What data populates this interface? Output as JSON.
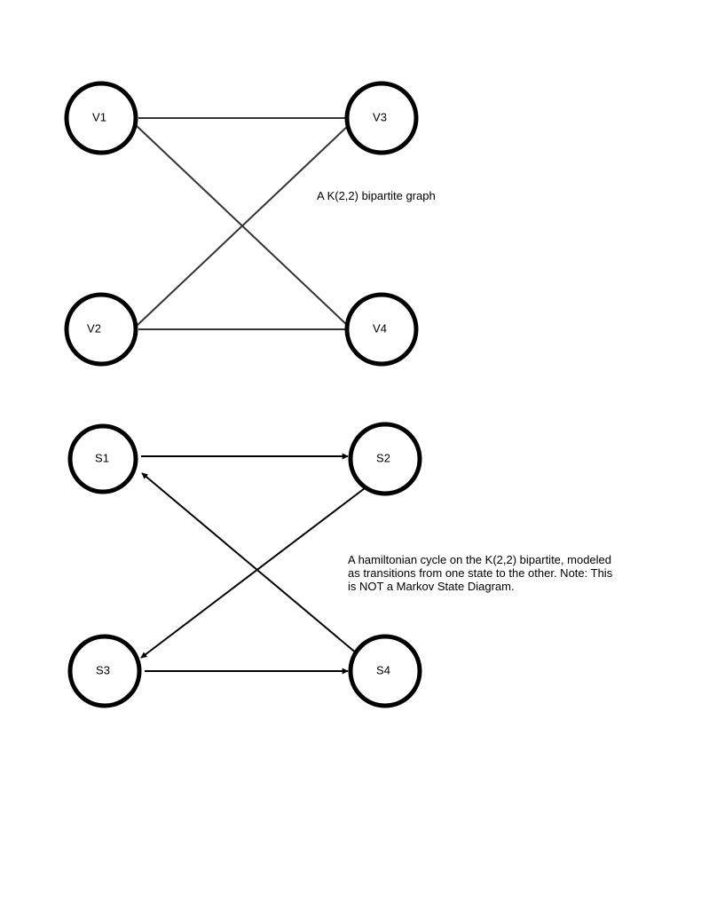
{
  "graph_top": {
    "nodes": [
      "V1",
      "V2",
      "V3",
      "V4"
    ],
    "edges": [
      [
        "V1",
        "V3"
      ],
      [
        "V1",
        "V4"
      ],
      [
        "V2",
        "V3"
      ],
      [
        "V2",
        "V4"
      ]
    ],
    "caption": "A K(2,2) bipartite graph"
  },
  "graph_bottom": {
    "nodes": [
      "S1",
      "S2",
      "S3",
      "S4"
    ],
    "transitions": [
      [
        "S1",
        "S2"
      ],
      [
        "S2",
        "S3"
      ],
      [
        "S3",
        "S4"
      ],
      [
        "S4",
        "S1"
      ]
    ],
    "caption": "A hamiltonian cycle on the K(2,2) bipartite, modeled as transitions from one state to the other. Note: This is NOT a Markov State Diagram."
  }
}
